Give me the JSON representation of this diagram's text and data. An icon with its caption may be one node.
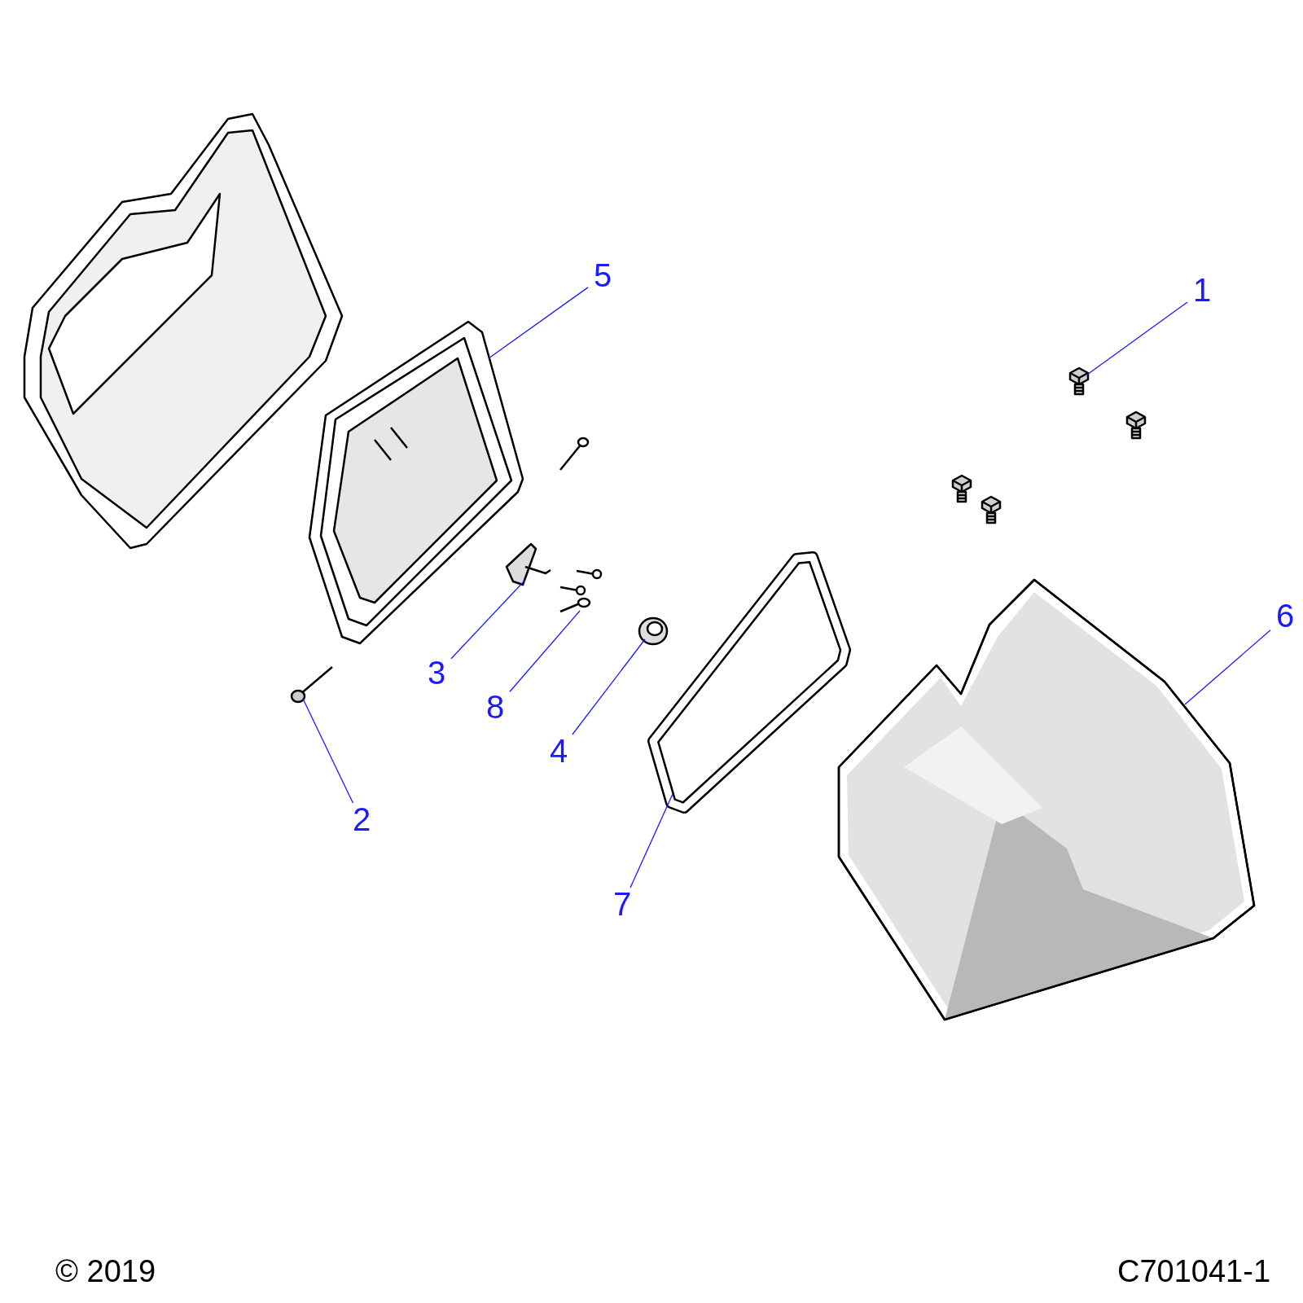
{
  "diagram": {
    "nodes": [
      {
        "text": [
          "5"
        ]
      },
      {
        "text": [],
        "shape": "picture"
      },
      {
        "text": [
          "1"
        ]
      },
      {
        "text": [],
        "shape": "picture"
      },
      {
        "text": [
          "6"
        ]
      },
      {
        "text": [],
        "shape": "picture"
      },
      {
        "text": [
          "3"
        ]
      },
      {
        "text": [],
        "shape": "picture"
      },
      {
        "text": [
          "8"
        ]
      },
      {
        "text": [],
        "shape": "picture"
      },
      {
        "text": [
          "4"
        ]
      },
      {
        "text": [],
        "shape": "picture"
      },
      {
        "text": [
          "2"
        ]
      },
      {
        "text": [],
        "shape": "picture"
      },
      {
        "text": [
          "7"
        ]
      },
      {
        "text": [],
        "shape": "picture"
      }
    ],
    "edges": [
      {
        "from": 0,
        "to": 1,
        "arrow": "none"
      },
      {
        "from": 2,
        "to": 3,
        "arrow": "none"
      },
      {
        "from": 4,
        "to": 5,
        "arrow": "none"
      },
      {
        "from": 6,
        "to": 7,
        "arrow": "none"
      },
      {
        "from": 8,
        "to": 9,
        "arrow": "none"
      },
      {
        "from": 10,
        "to": 11,
        "arrow": "none"
      },
      {
        "from": 12,
        "to": 13,
        "arrow": "none"
      },
      {
        "from": 14,
        "to": 15,
        "arrow": "none"
      }
    ],
    "labels": [
      "© 2019",
      "C701041-1"
    ]
  }
}
